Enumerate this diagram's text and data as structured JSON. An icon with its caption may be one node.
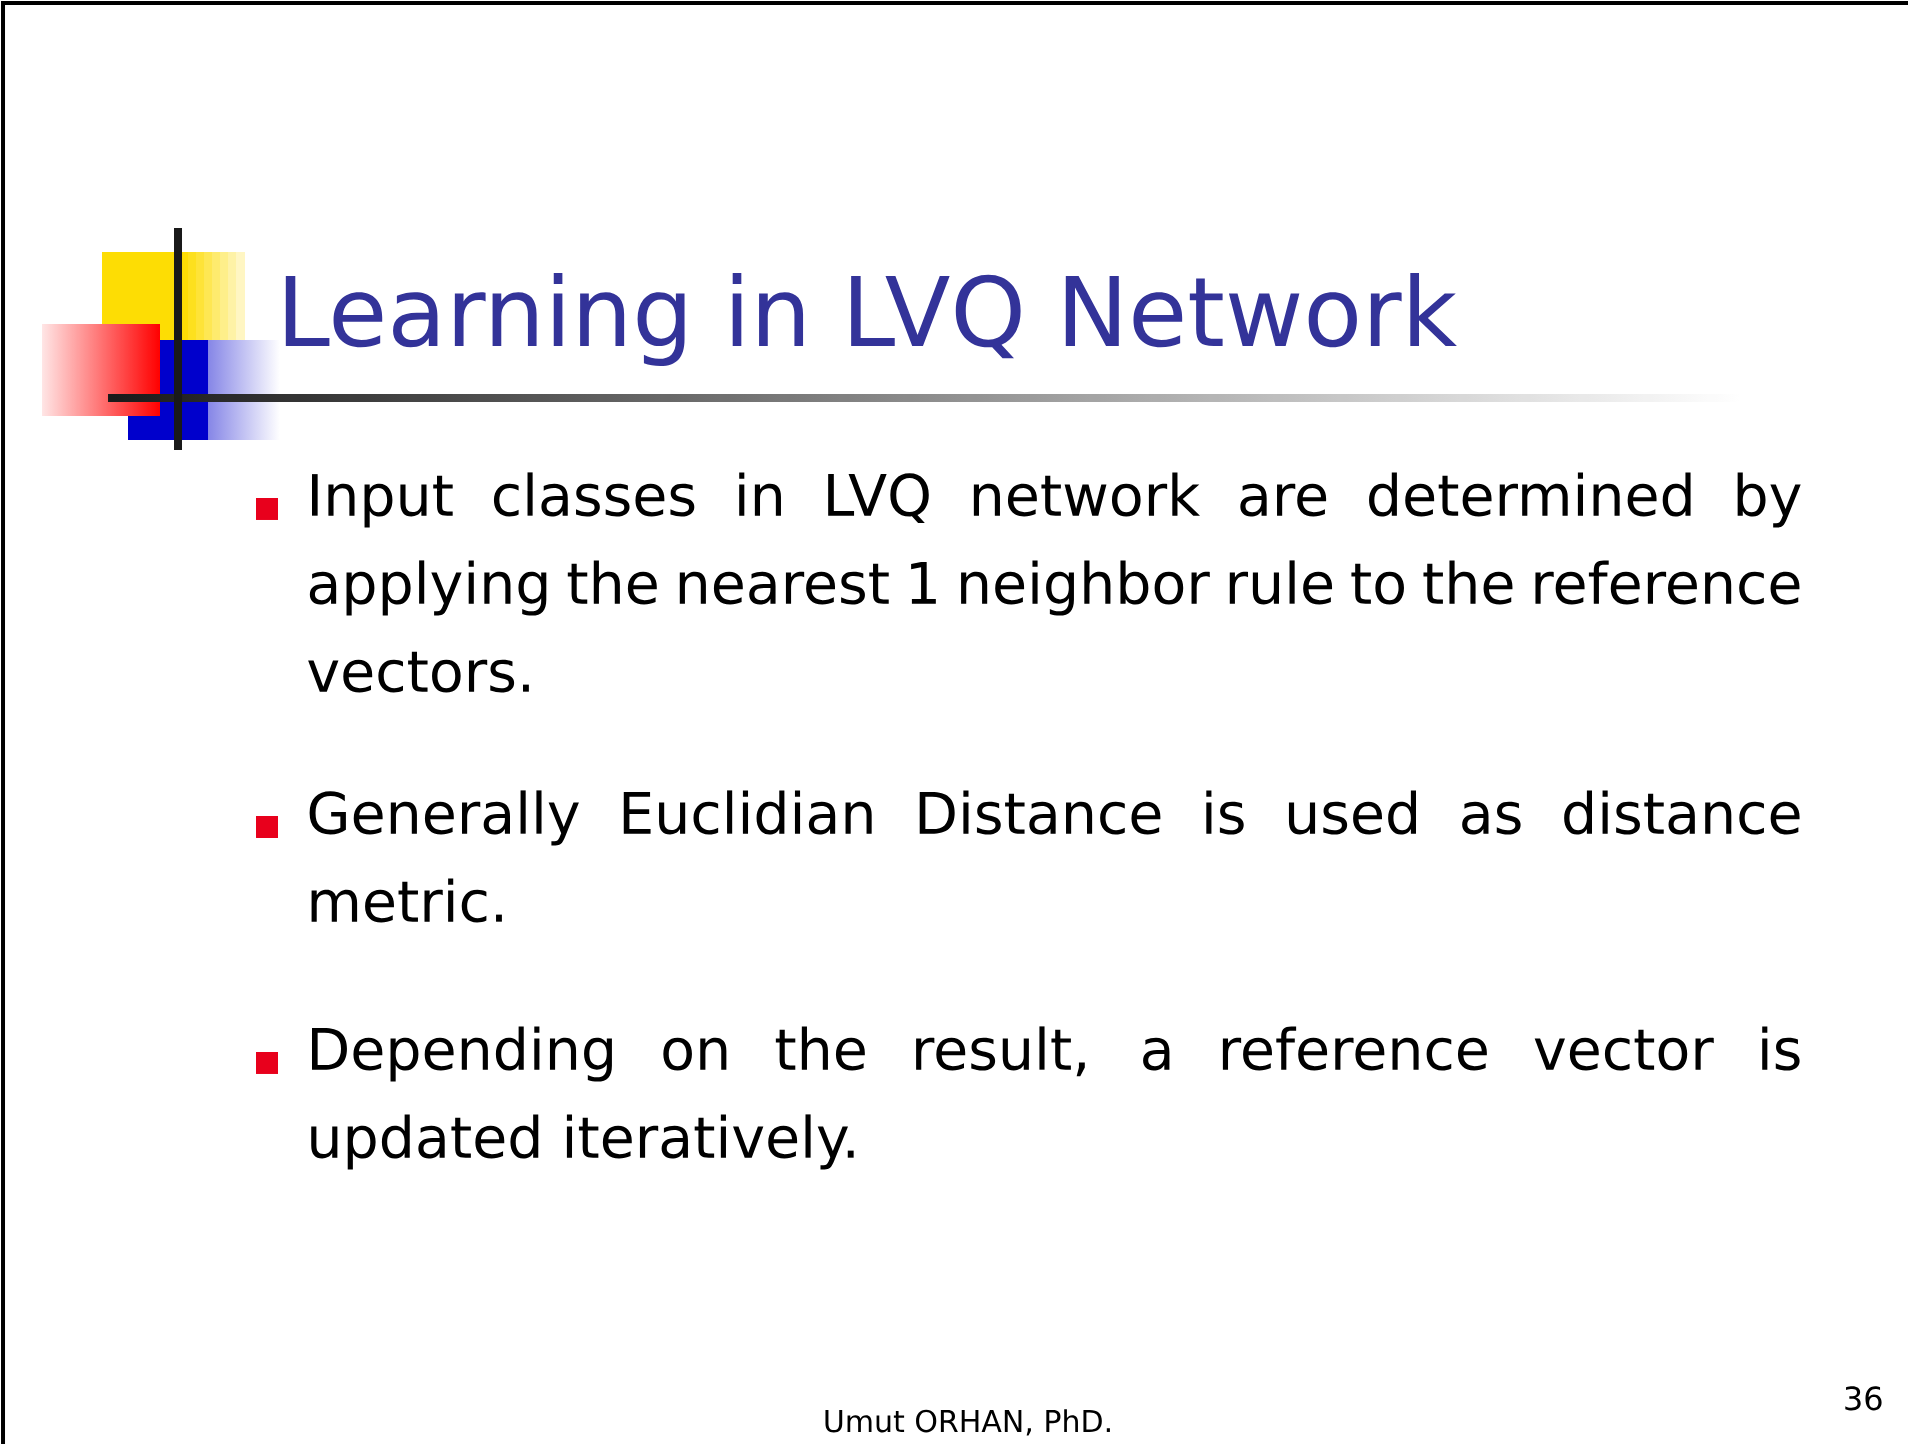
{
  "diagram": {
    "title": "Learning in LVQ Network",
    "labels": [
      "Input classes in LVQ network are determined by applying the nearest 1 neighbor rule to the reference vectors.",
      "Generally Euclidian Distance is used as distance metric.",
      "Depending on the result, a reference vector is updated iteratively.",
      "Umut ORHAN, PhD.",
      "36"
    ]
  }
}
